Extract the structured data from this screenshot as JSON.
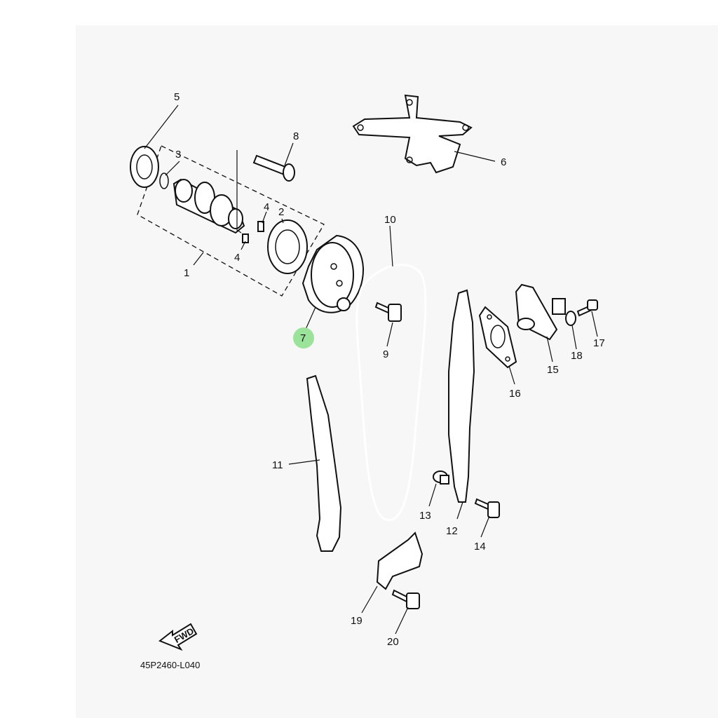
{
  "diagram": {
    "callouts": [
      {
        "id": "c1",
        "text": "1"
      },
      {
        "id": "c2",
        "text": "2"
      },
      {
        "id": "c3",
        "text": "3"
      },
      {
        "id": "c4a",
        "text": "4"
      },
      {
        "id": "c4b",
        "text": "4"
      },
      {
        "id": "c5",
        "text": "5"
      },
      {
        "id": "c6",
        "text": "6"
      },
      {
        "id": "c7",
        "text": "7"
      },
      {
        "id": "c8",
        "text": "8"
      },
      {
        "id": "c9",
        "text": "9"
      },
      {
        "id": "c10",
        "text": "10"
      },
      {
        "id": "c11",
        "text": "11"
      },
      {
        "id": "c12",
        "text": "12"
      },
      {
        "id": "c13",
        "text": "13"
      },
      {
        "id": "c14",
        "text": "14"
      },
      {
        "id": "c15",
        "text": "15"
      },
      {
        "id": "c16",
        "text": "16"
      },
      {
        "id": "c17",
        "text": "17"
      },
      {
        "id": "c18",
        "text": "18"
      },
      {
        "id": "c19",
        "text": "19"
      },
      {
        "id": "c20",
        "text": "20"
      }
    ],
    "fwd_label": "FWD",
    "drawing_code": "45P2460-L040",
    "highlight_color": "#9be39b"
  }
}
